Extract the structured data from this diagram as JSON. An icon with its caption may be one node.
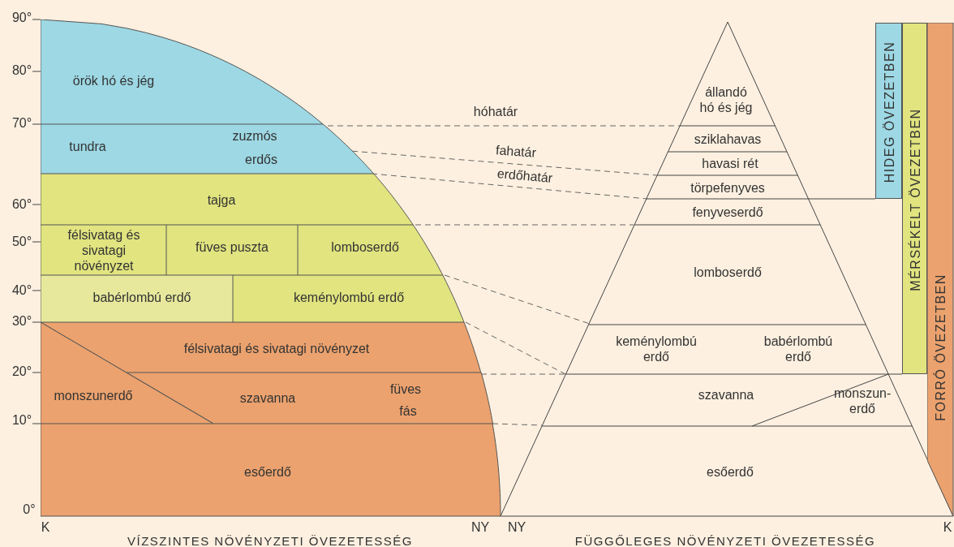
{
  "diagram": {
    "nodes": [
      {
        "text": [
          "örök hó és jég"
        ]
      },
      {
        "text": [
          "tundra"
        ]
      },
      {
        "text": [
          "tajga"
        ]
      },
      {
        "text": [
          "félsivatag és sivatagi növényzet"
        ]
      },
      {
        "text": [
          "füves puszta"
        ]
      },
      {
        "text": [
          "lomboserdő"
        ]
      },
      {
        "text": [
          "babérlombú erdő"
        ]
      },
      {
        "text": [
          "keménylombú erdő"
        ]
      },
      {
        "text": [
          "félsivatagi és sivatagi növényzet"
        ]
      },
      {
        "text": [
          "monszunerdő"
        ]
      },
      {
        "text": [
          "szavanna"
        ]
      },
      {
        "text": [
          "esőerdő"
        ]
      },
      {
        "text": [
          "állandó hó és jég"
        ]
      },
      {
        "text": [
          "sziklahavas"
        ]
      },
      {
        "text": [
          "havasi rét"
        ]
      },
      {
        "text": [
          "törpefenyves"
        ]
      },
      {
        "text": [
          "fenyveserdő"
        ]
      },
      {
        "text": [
          "lomboserdő"
        ]
      },
      {
        "text": [
          "keménylombú erdő"
        ]
      },
      {
        "text": [
          "babérlombú erdő"
        ]
      },
      {
        "text": [
          "szavanna"
        ]
      },
      {
        "text": [
          "monszun-erdő"
        ]
      },
      {
        "text": [
          "esőerdő"
        ]
      },
      {
        "text": [
          "HIDEG ÖVEZETBEN"
        ]
      },
      {
        "text": [
          "MÉRSÉKELT ÖVEZETBEN"
        ]
      },
      {
        "text": [
          "FORRÓ ÖVEZETBEN"
        ]
      }
    ],
    "labels": [
      "90°",
      "80°",
      "70°",
      "hóhatár",
      "zuzmós",
      "fahatár",
      "erdős",
      "erdőhatár",
      "60°",
      "50°",
      "40°",
      "30°",
      "20°",
      "füves",
      "fás",
      "10°",
      "0°",
      "K",
      "NY",
      "NY",
      "K",
      "VÍZSZINTES NÖVÉNYZETI ÖVEZETESSÉG",
      "FÜGGŐLEGES NÖVÉNYZETI ÖVEZETESSÉG"
    ]
  }
}
